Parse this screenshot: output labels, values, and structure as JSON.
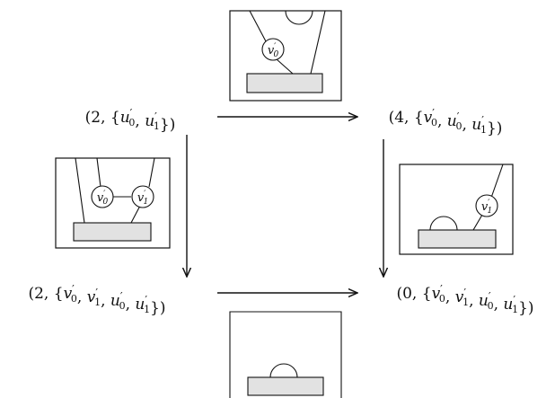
{
  "colors": {
    "ink": "#111111",
    "bar_fill": "#e2e2e2",
    "background": "#ffffff"
  },
  "states": {
    "top_left": {
      "num": "2",
      "vars": [
        {
          "b": "u",
          "s": "0"
        },
        {
          "b": "u",
          "s": "1"
        }
      ]
    },
    "top_right": {
      "num": "4",
      "vars": [
        {
          "b": "v",
          "s": "0"
        },
        {
          "b": "u",
          "s": "0"
        },
        {
          "b": "u",
          "s": "1"
        }
      ]
    },
    "bottom_left": {
      "num": "2",
      "vars": [
        {
          "b": "v",
          "s": "0"
        },
        {
          "b": "v",
          "s": "1"
        },
        {
          "b": "u",
          "s": "0"
        },
        {
          "b": "u",
          "s": "1"
        }
      ]
    },
    "bottom_right": {
      "num": "0",
      "vars": [
        {
          "b": "v",
          "s": "0"
        },
        {
          "b": "v",
          "s": "1"
        },
        {
          "b": "u",
          "s": "0"
        },
        {
          "b": "u",
          "s": "1"
        }
      ]
    }
  },
  "node_labels": {
    "top_v0": {
      "b": "v",
      "s": "0"
    },
    "left_v0": {
      "b": "v",
      "s": "0"
    },
    "left_v1": {
      "b": "v",
      "s": "1"
    },
    "right_v1": {
      "b": "v",
      "s": "1"
    }
  }
}
